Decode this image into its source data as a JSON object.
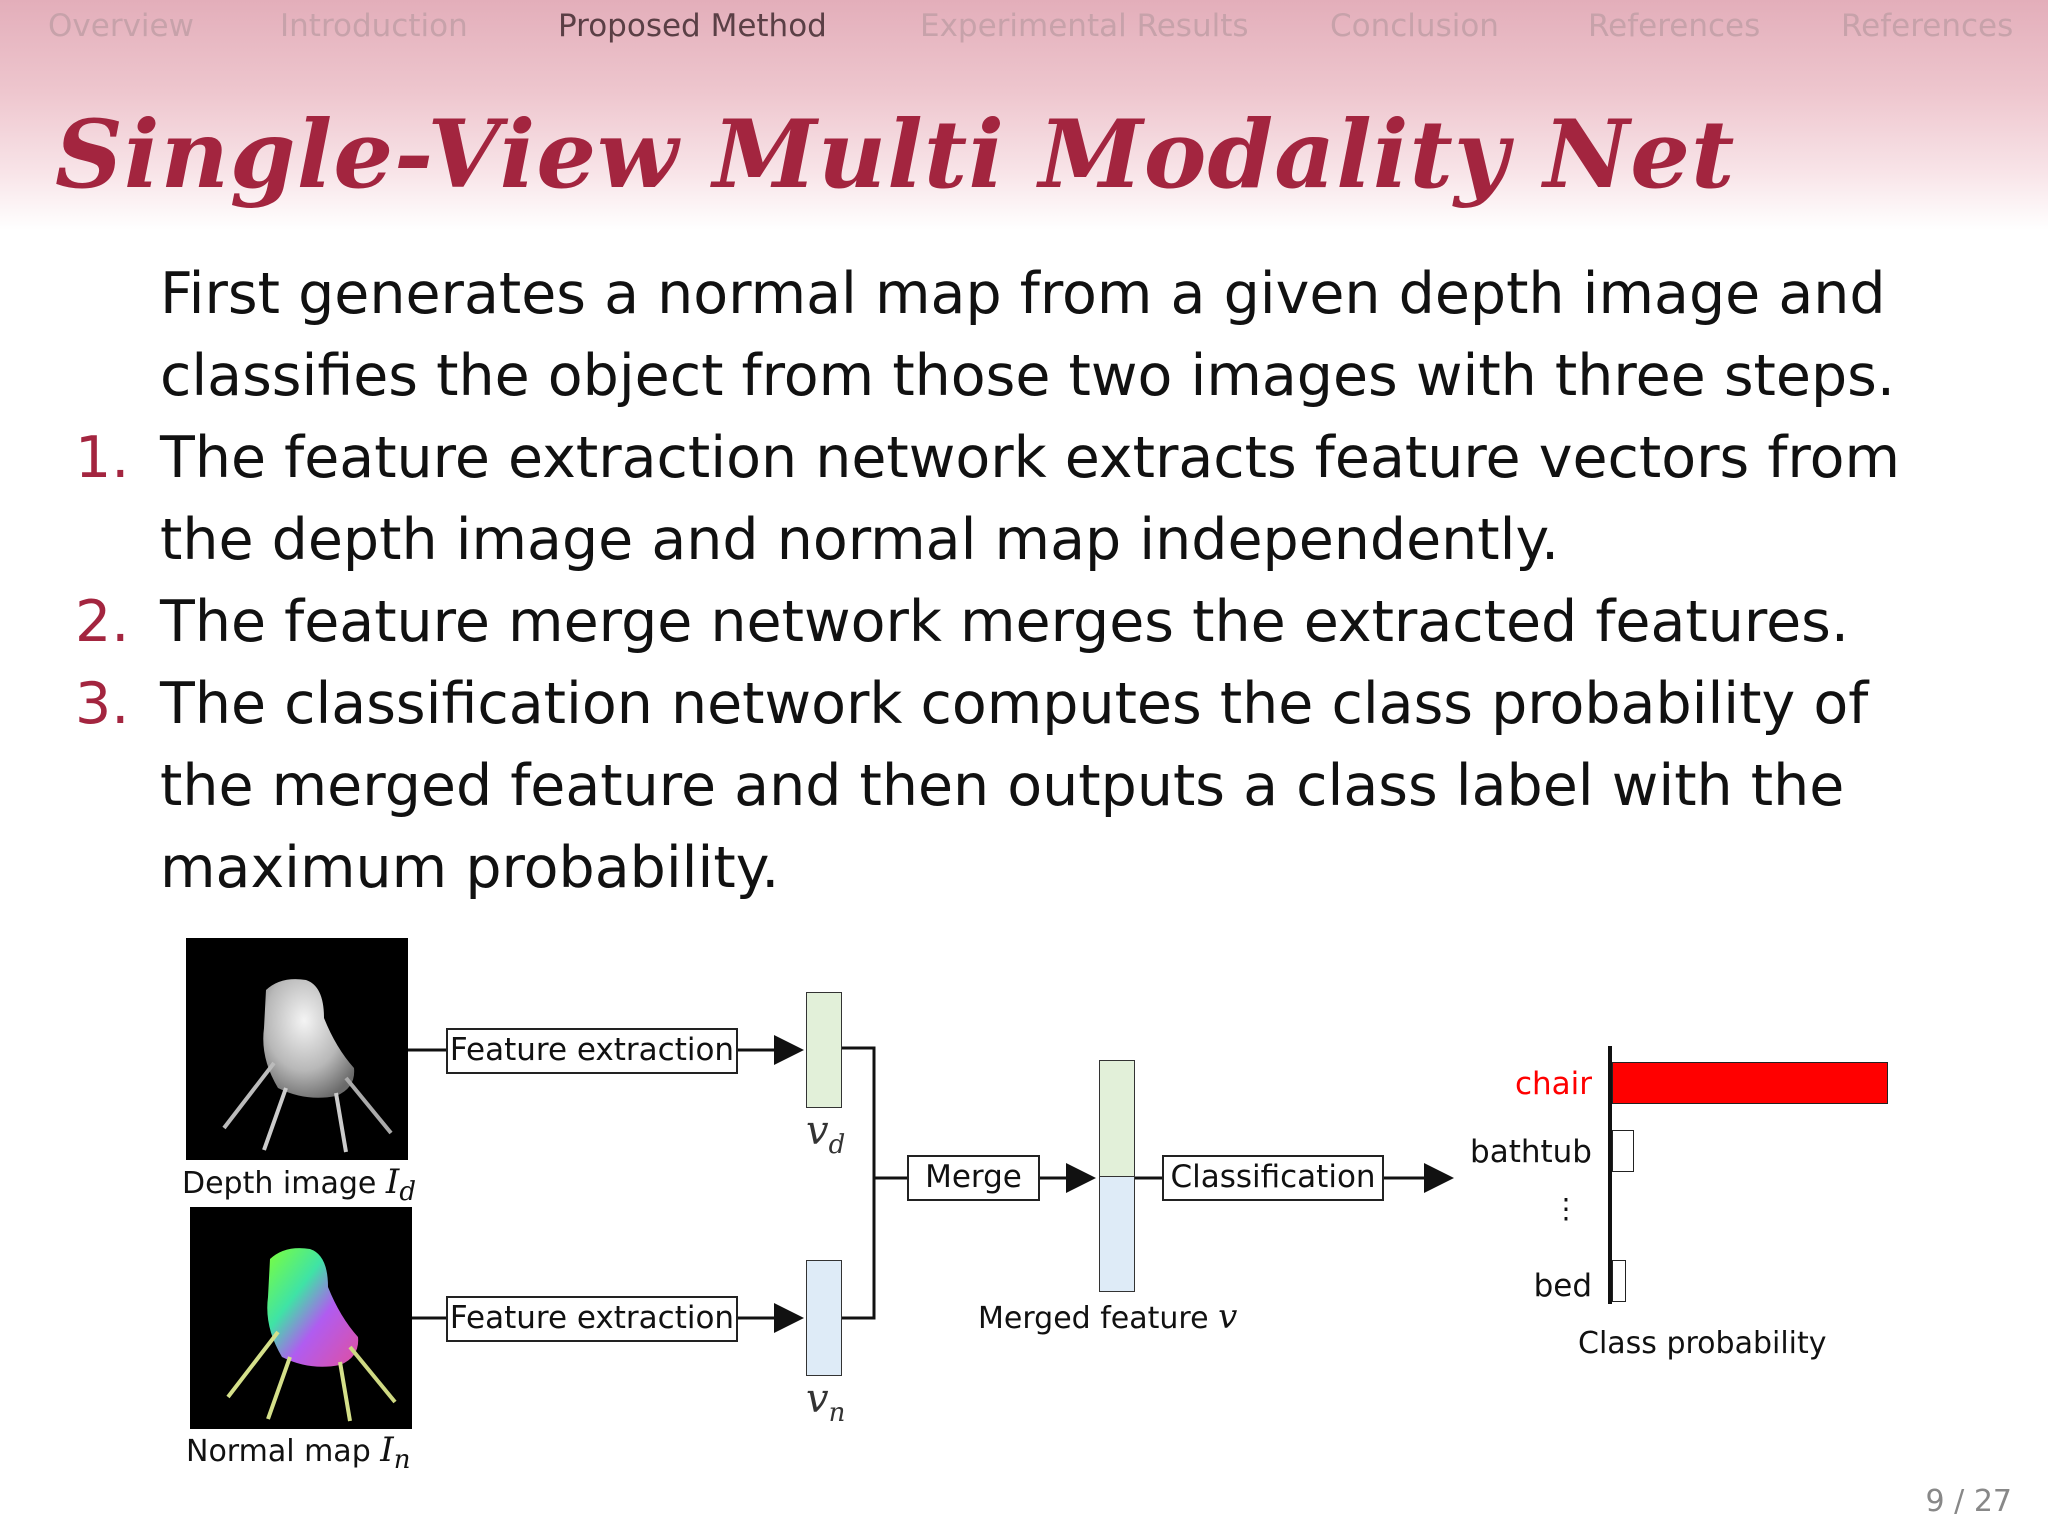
{
  "nav": {
    "items": [
      "Overview",
      "Introduction",
      "Proposed Method",
      "Experimental Results",
      "Conclusion",
      "References",
      "References"
    ],
    "active_index": 2
  },
  "slide": {
    "title": "Single-View Multi Modality Net",
    "intro_lines": [
      "First generates a normal map from a given depth image and",
      "classifies the object from those two images with three steps."
    ],
    "steps": [
      {
        "num": "1.",
        "lines": [
          "The feature extraction network extracts feature vectors from",
          "the depth image and normal map independently."
        ]
      },
      {
        "num": "2.",
        "lines": [
          "The feature merge network merges the extracted features."
        ]
      },
      {
        "num": "3.",
        "lines": [
          "The classification network computes the class probability of",
          "the merged feature and then outputs a class label with the",
          "maximum probability."
        ]
      }
    ],
    "page": "9 / 27"
  },
  "diagram": {
    "depth_label": "Depth image",
    "depth_symbol": "I",
    "depth_sub": "d",
    "normal_label": "Normal map",
    "normal_symbol": "I",
    "normal_sub": "n",
    "feature_extraction": "Feature extraction",
    "merge": "Merge",
    "classification": "Classification",
    "vd_symbol": "v",
    "vd_sub": "d",
    "vn_symbol": "v",
    "vn_sub": "n",
    "merged_label": "Merged feature",
    "merged_symbol": "v",
    "class_probability_label": "Class probability",
    "classes": [
      {
        "name": "chair",
        "color": "#ff0000"
      },
      {
        "name": "bathtub",
        "color": "#111111"
      },
      {
        "name": "⋮",
        "color": "#111111"
      },
      {
        "name": "bed",
        "color": "#111111"
      }
    ],
    "colors": {
      "title": "#a3253f",
      "chair_bar": "#ff0000",
      "vec_green": "#e2f0d9",
      "vec_blue": "#deebf7"
    }
  }
}
